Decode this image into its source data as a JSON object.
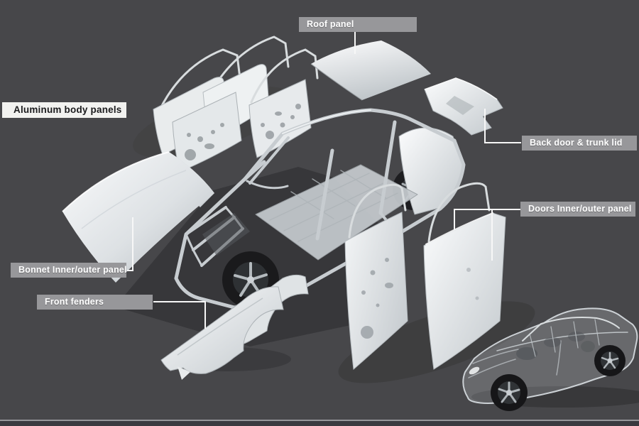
{
  "title_box": {
    "text": "Aluminum body panels"
  },
  "labels": {
    "roof": {
      "text": "Roof panel"
    },
    "back_door_trunk": {
      "text": "Back door & trunk lid"
    },
    "doors": {
      "text": "Doors Inner/outer panel"
    },
    "bonnet": {
      "text": "Bonnet Inner/outer panel"
    },
    "front_fenders": {
      "text": "Front fenders"
    }
  },
  "colors": {
    "background": "#47474a",
    "label_bar_bg": "#97979a",
    "label_bar_text": "#ffffff",
    "title_box_bg": "#f2f2f0",
    "title_box_text": "#1c1c1e",
    "connector_line": "#f7f7f7",
    "footer_line": "#97979b",
    "footer_strip": "#3a3a40",
    "panel_light": "#f7f9fa",
    "panel_shade": "#c3c9cd",
    "frame_metal": "#c7ccd0",
    "shadow_dark": "#333336",
    "tire_dark": "#1a1a1c"
  }
}
